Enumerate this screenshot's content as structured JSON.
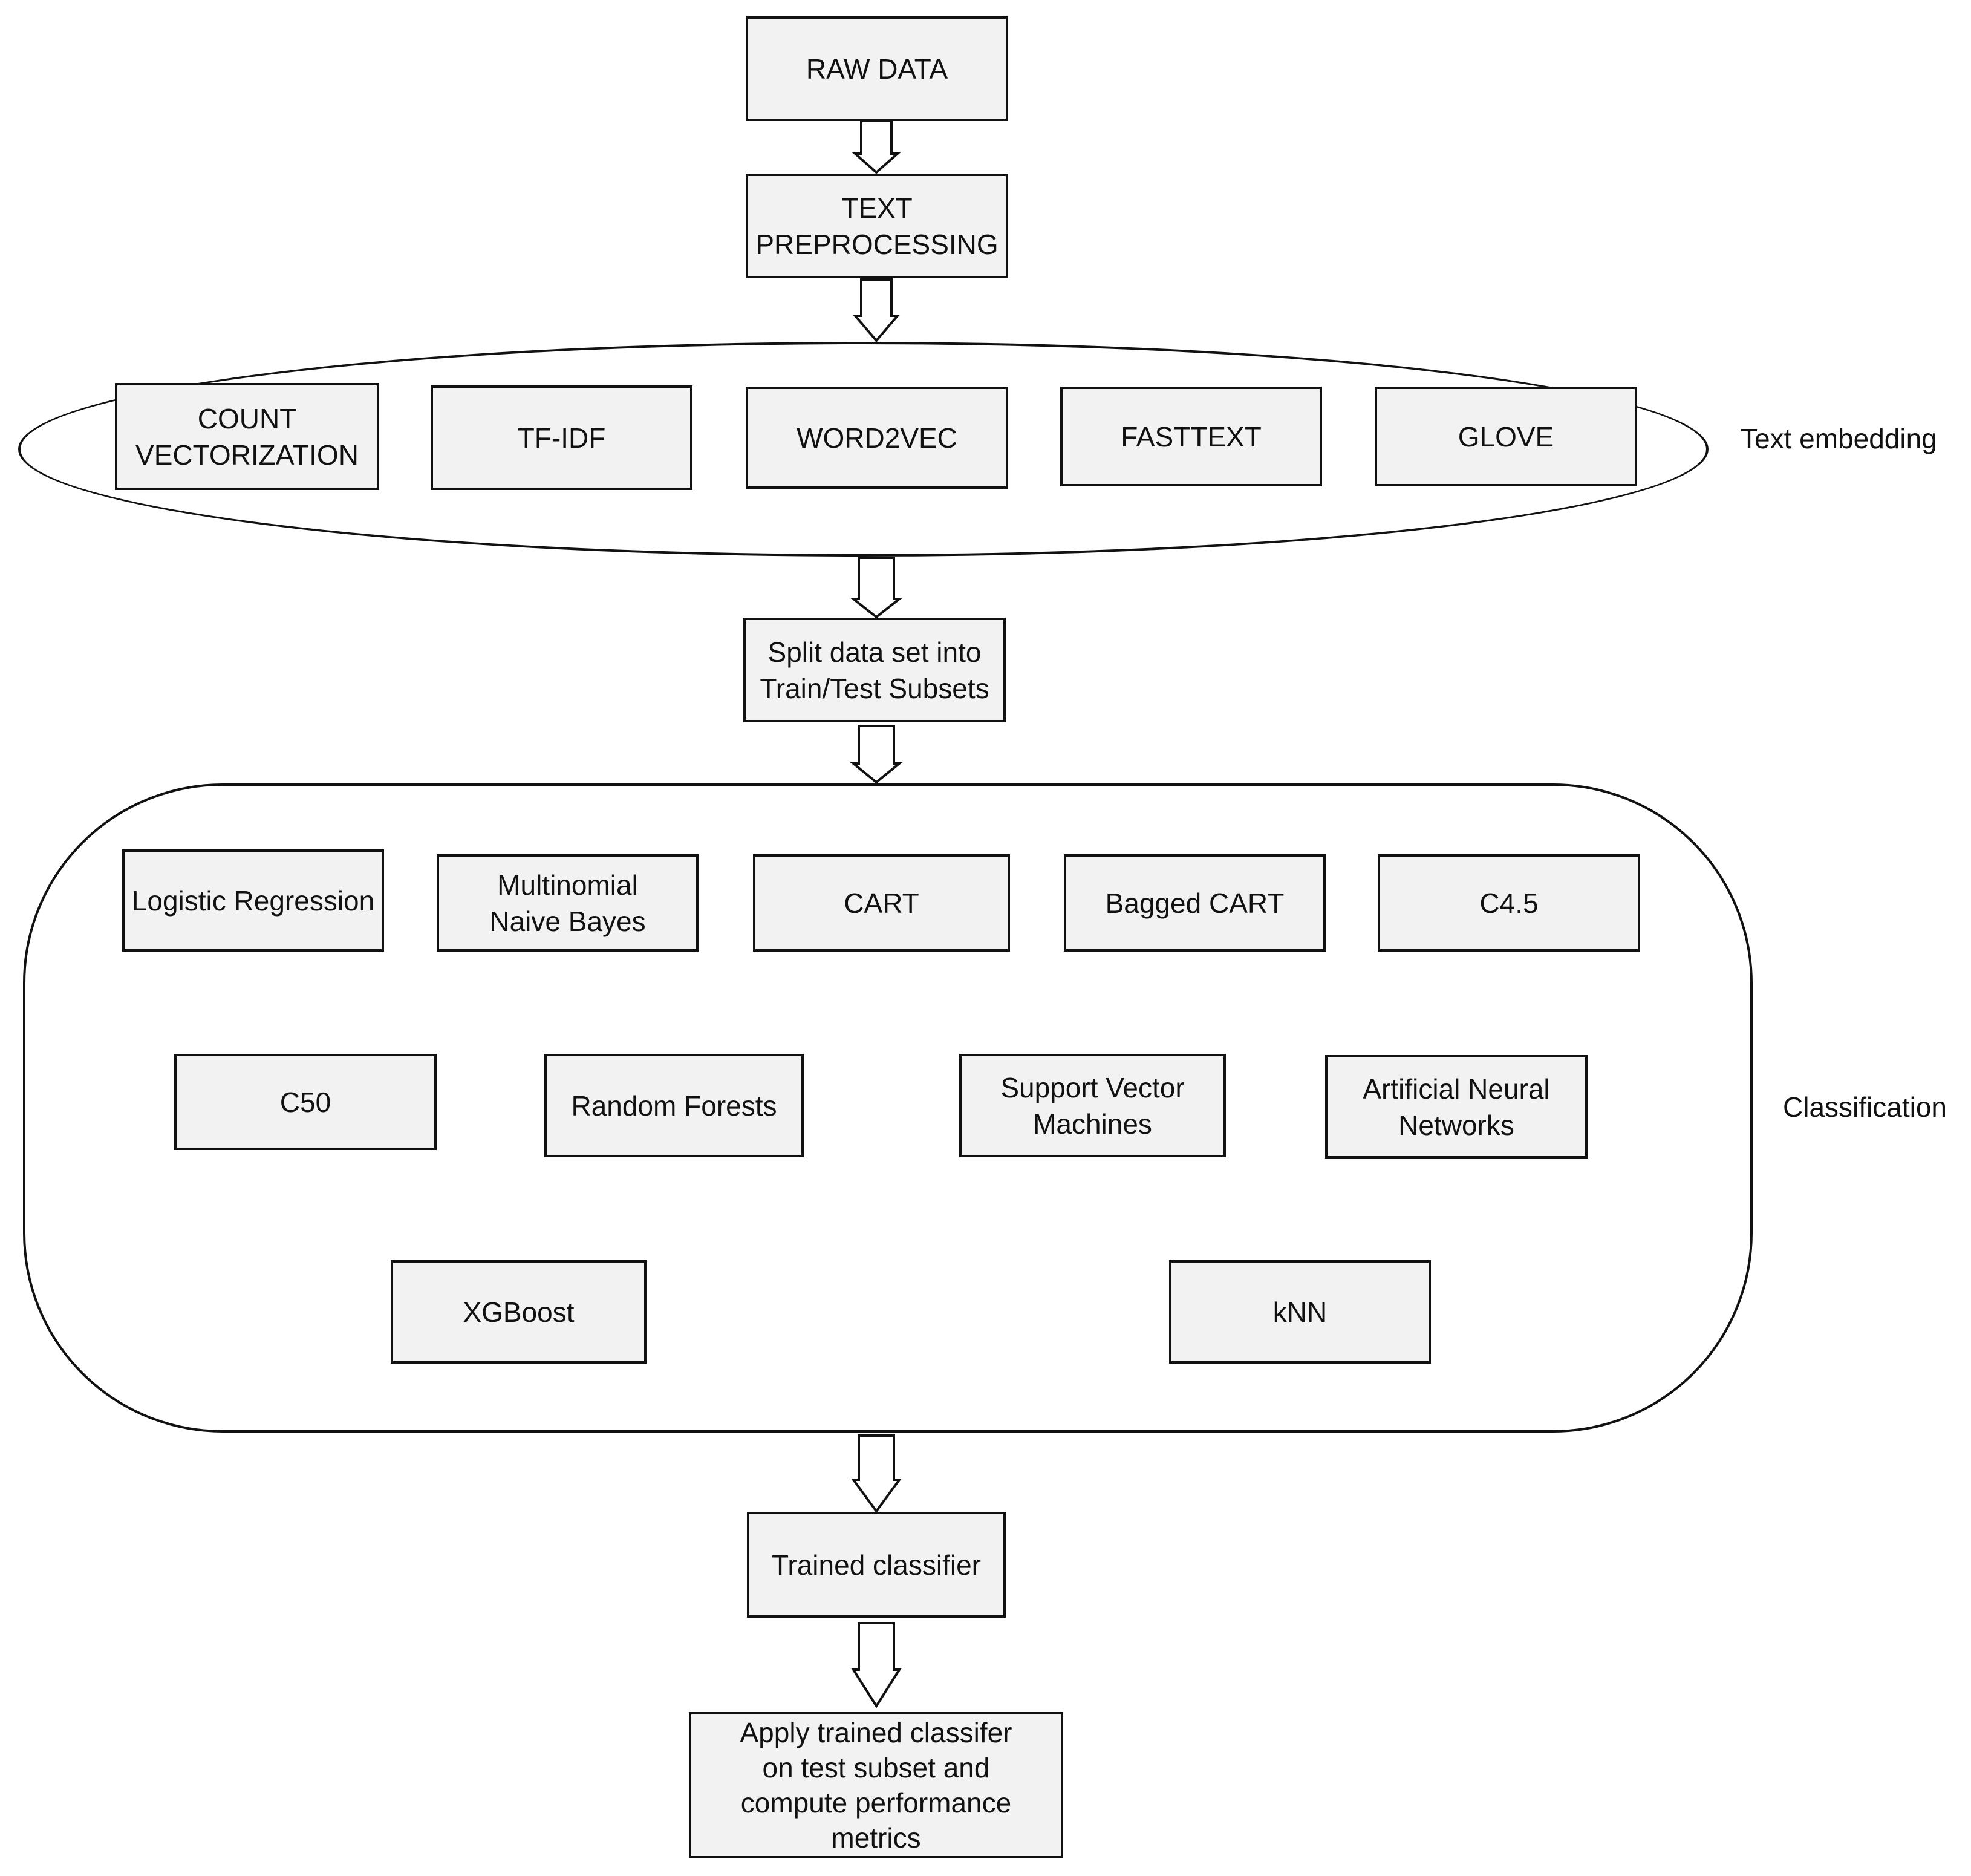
{
  "flow": {
    "raw_data": "RAW DATA",
    "text_preprocessing": "TEXT\nPREPROCESSING",
    "split": "Split data set into\nTrain/Test Subsets",
    "trained_classifier": "Trained classifier",
    "apply": "Apply trained classifer\non test subset and\ncompute performance\nmetrics"
  },
  "embedding": {
    "label": "Text embedding",
    "methods": [
      "COUNT\nVECTORIZATION",
      "TF-IDF",
      "WORD2VEC",
      "FASTTEXT",
      "GLOVE"
    ]
  },
  "classification": {
    "label": "Classification",
    "methods": [
      "Logistic Regression",
      "Multinomial\nNaive Bayes",
      "CART",
      "Bagged CART",
      "C4.5",
      "C50",
      "Random Forests",
      "Support Vector\nMachines",
      "Artificial Neural\nNetworks",
      "XGBoost",
      "kNN"
    ]
  }
}
